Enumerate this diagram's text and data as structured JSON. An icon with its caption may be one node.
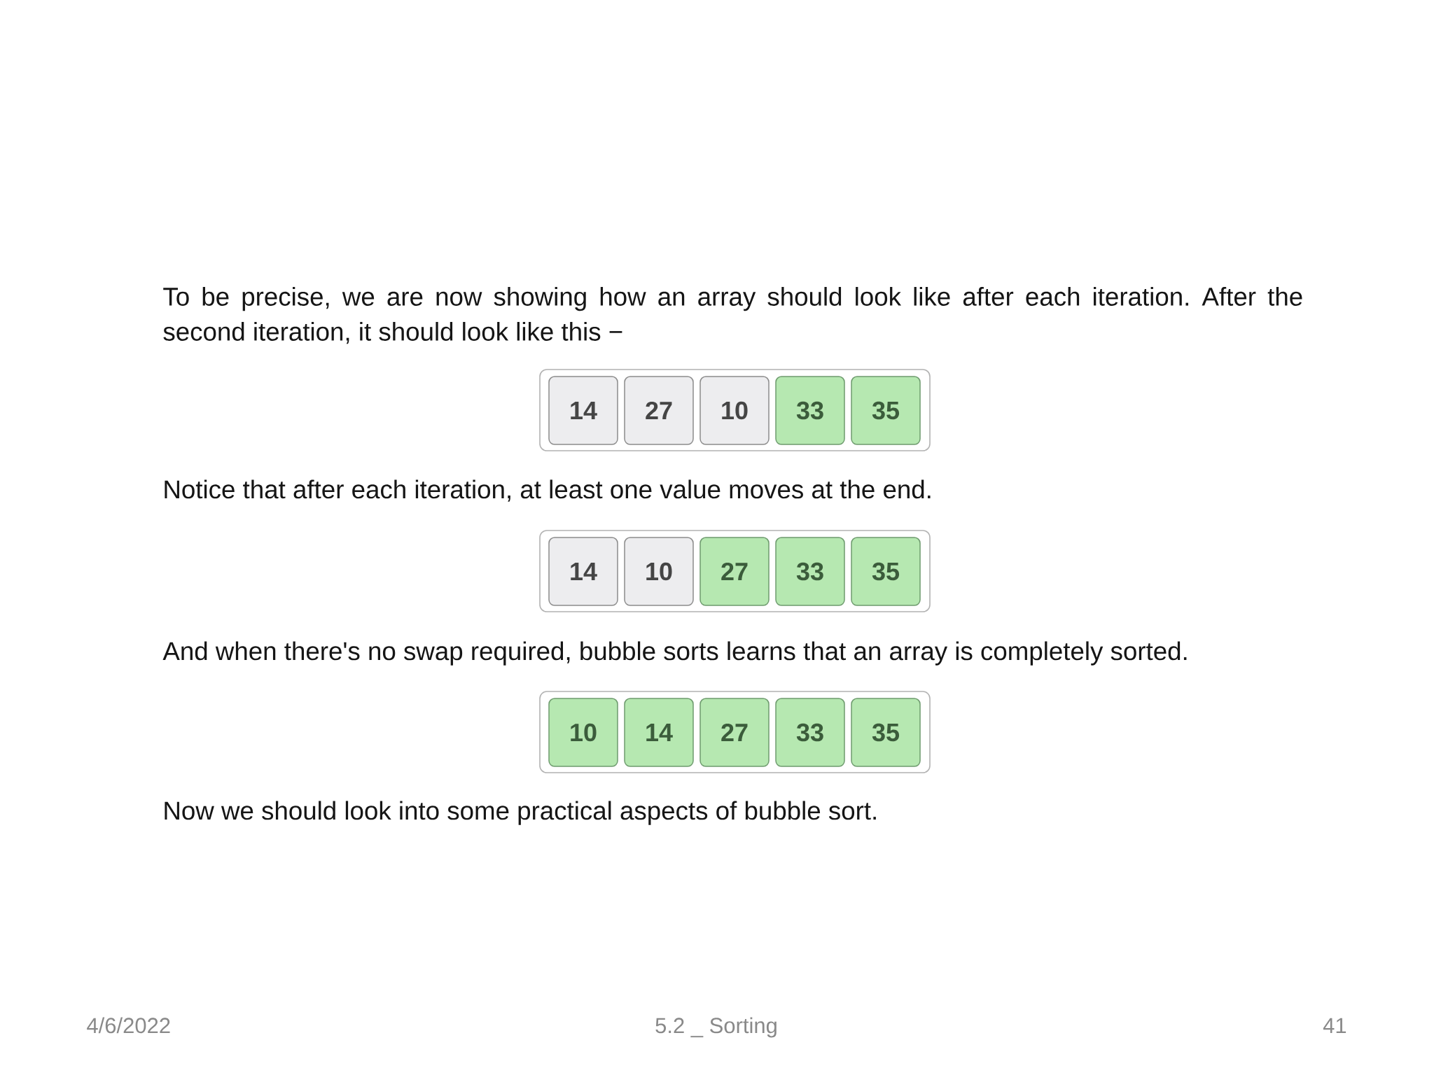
{
  "diagram": {
    "nodes": [
      {
        "text": [],
        "shape": "box"
      },
      {
        "text": [
          "14"
        ],
        "in": 0
      },
      {
        "text": [
          "27"
        ],
        "in": 0
      },
      {
        "text": [
          "10"
        ],
        "in": 0
      },
      {
        "text": [
          "33"
        ],
        "in": 0
      },
      {
        "text": [
          "35"
        ],
        "in": 0
      },
      {
        "text": [],
        "shape": "box"
      },
      {
        "text": [
          "14"
        ],
        "in": 6
      },
      {
        "text": [
          "10"
        ],
        "in": 6
      },
      {
        "text": [
          "27"
        ],
        "in": 6
      },
      {
        "text": [
          "33"
        ],
        "in": 6
      },
      {
        "text": [
          "35"
        ],
        "in": 6
      },
      {
        "text": [],
        "shape": "box"
      },
      {
        "text": [
          "10"
        ],
        "in": 12
      },
      {
        "text": [
          "14"
        ],
        "in": 12
      },
      {
        "text": [
          "27"
        ],
        "in": 12
      },
      {
        "text": [
          "33"
        ],
        "in": 12
      },
      {
        "text": [
          "35"
        ],
        "in": 12
      }
    ],
    "labels": [
      "To be precise, we are now showing how an array should look like after each iteration. After the second iteration, it should look like this −",
      "Notice that after each iteration, at least one value moves at the end.",
      "And when there's no swap required, bubble sorts learns that an array is completely sorted.",
      "Now we should look into some practical aspects of bubble sort.",
      "4/6/2022",
      "5.2 _ Sorting",
      "41"
    ]
  }
}
